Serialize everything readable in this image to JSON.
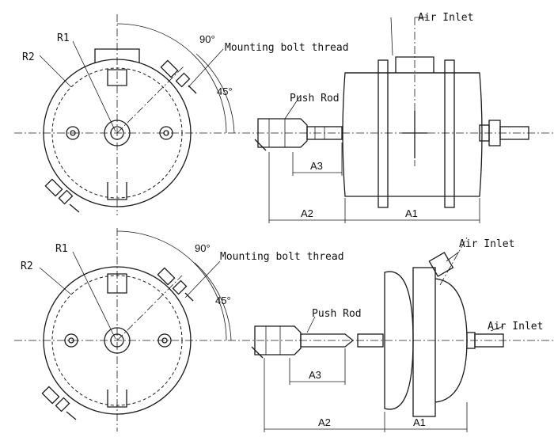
{
  "top_view": {
    "labels": {
      "r1": "R1",
      "r2": "R2",
      "angle_90": "90°",
      "angle_45": "45°",
      "mounting_bolt_thread": "Mounting bolt thread",
      "push_rod": "Push Rod",
      "air_inlet": "Air Inlet",
      "a1": "A1",
      "a2": "A2",
      "a3": "A3"
    }
  },
  "bottom_view": {
    "labels": {
      "r1": "R1",
      "r2": "R2",
      "angle_90": "90°",
      "angle_45": "45°",
      "mounting_bolt_thread": "Mounting bolt thread",
      "push_rod": "Push Rod",
      "air_inlet_top": "Air Inlet",
      "air_inlet_side": "Air Inlet",
      "a1": "A1",
      "a2": "A2",
      "a3": "A3"
    }
  }
}
